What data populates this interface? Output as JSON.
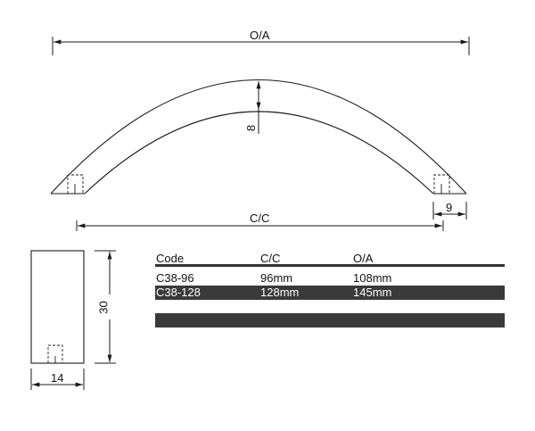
{
  "drawing": {
    "title": "Arched handle technical drawing",
    "dimensions": {
      "overall_length_label": "O/A",
      "centre_to_centre_label": "C/C",
      "thickness_label": "8",
      "foot_width_label": "9",
      "profile_height_label": "30",
      "profile_width_label": "14"
    }
  },
  "table": {
    "headers": [
      "Code",
      "C/C",
      "O/A"
    ],
    "rows": [
      {
        "code": "C38-96",
        "cc": "96mm",
        "oa": "108mm",
        "highlight": false
      },
      {
        "code": "C38-128",
        "cc": "128mm",
        "oa": "145mm",
        "highlight": true
      },
      {
        "code": "",
        "cc": "",
        "oa": "",
        "highlight": true
      }
    ]
  },
  "colors": {
    "line": "#1a1a1a",
    "row_highlight": "#3a3a3a",
    "header_rule": "#333333"
  }
}
